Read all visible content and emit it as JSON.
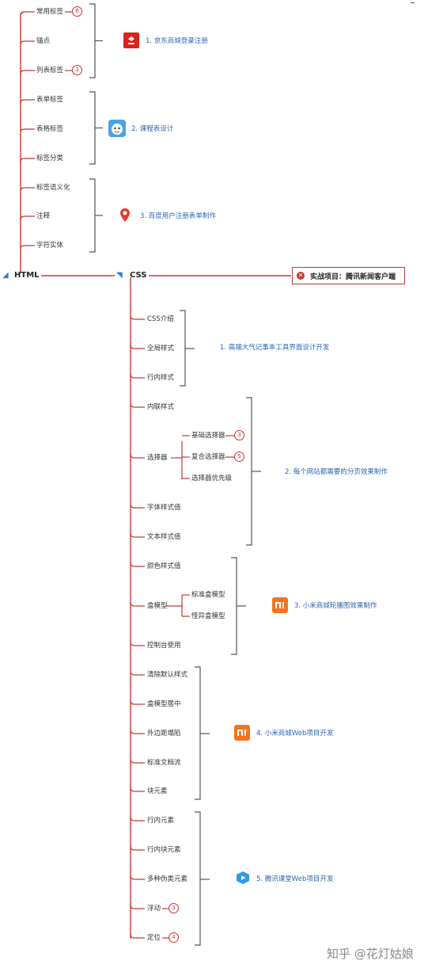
{
  "root": "HTML",
  "css_root": "CSS",
  "project_box": "实战项目：腾讯新闻客户端",
  "html_children": [
    {
      "label": "常用标签",
      "badge": "6"
    },
    {
      "label": "锚点"
    },
    {
      "label": "列表标签",
      "badge": "3"
    },
    {
      "label": "表单标签"
    },
    {
      "label": "表格标签"
    },
    {
      "label": "标签分类"
    },
    {
      "label": "标签语义化"
    },
    {
      "label": "注释"
    },
    {
      "label": "字符实体"
    }
  ],
  "html_projects": [
    {
      "label": "1. 京东商城登录注册",
      "icon": "jd-logo-icon"
    },
    {
      "label": "2. 课程表设计",
      "icon": "mascot-icon"
    },
    {
      "label": "3. 百度用户注册表单制作",
      "icon": "map-pin-icon"
    }
  ],
  "css_children": [
    {
      "label": "CSS介绍"
    },
    {
      "label": "全局样式"
    },
    {
      "label": "行内样式"
    },
    {
      "label": "内联样式"
    },
    {
      "label": "选择器",
      "sub": [
        {
          "label": "基础选择器",
          "badge": "3"
        },
        {
          "label": "复合选择器",
          "badge": "5"
        },
        {
          "label": "选择器优先级"
        }
      ]
    },
    {
      "label": "字体样式值"
    },
    {
      "label": "文本样式值"
    },
    {
      "label": "颜色样式值"
    },
    {
      "label": "盒模型",
      "sub": [
        {
          "label": "标准盒模型"
        },
        {
          "label": "怪异盒模型"
        }
      ]
    },
    {
      "label": "控制台使用"
    },
    {
      "label": "清除默认样式"
    },
    {
      "label": "盒模型居中"
    },
    {
      "label": "外边距塌陷"
    },
    {
      "label": "标准文档流"
    },
    {
      "label": "块元素"
    },
    {
      "label": "行内元素"
    },
    {
      "label": "行内块元素"
    },
    {
      "label": "多种伪类元素"
    },
    {
      "label": "浮动",
      "badge": "3"
    },
    {
      "label": "定位",
      "badge": "4"
    }
  ],
  "css_projects": [
    {
      "label": "1. 高端大气记事本工具界面设计开发",
      "icon": ""
    },
    {
      "label": "2. 每个网站都需要的分页效果制作",
      "icon": ""
    },
    {
      "label": "3. 小米商城轮播图效果制作",
      "icon": "mi-logo-icon"
    },
    {
      "label": "4. 小米商城Web项目开发",
      "icon": "mi-logo-icon"
    },
    {
      "label": "5. 腾讯课堂Web项目开发",
      "icon": "play-icon"
    }
  ],
  "watermark": "知乎 @花灯姑娘",
  "colors": {
    "branch": "#c23a36",
    "bracket": "#555555",
    "project_text": "#2a64b4",
    "root_icon": "#2d7fd8",
    "mi_orange": "#f37321"
  }
}
